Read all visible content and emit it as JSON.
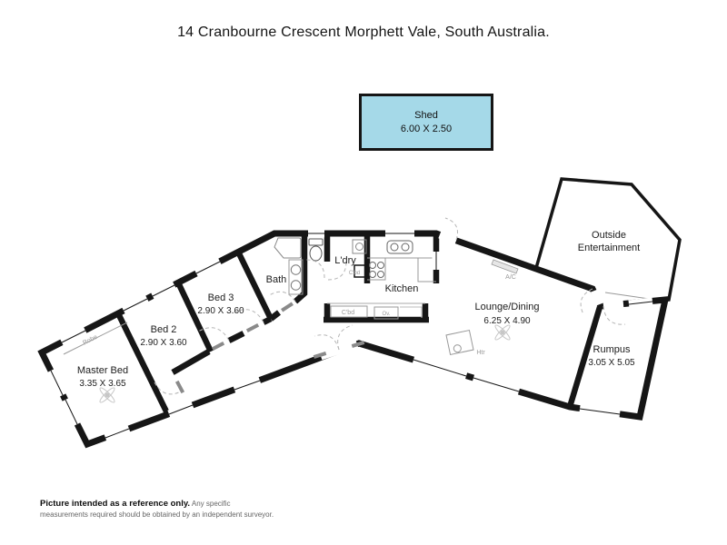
{
  "title": "14 Cranbourne Crescent Morphett Vale, South Australia.",
  "shed": {
    "name": "Shed",
    "dims": "6.00 X 2.50",
    "fill_color": "#a5d9e8"
  },
  "rooms": {
    "master": {
      "name": "Master Bed",
      "dims": "3.35 X 3.65"
    },
    "bed2": {
      "name": "Bed 2",
      "dims": "2.90 X 3.60"
    },
    "bed3": {
      "name": "Bed 3",
      "dims": "2.90 X 3.60"
    },
    "bath": {
      "name": "Bath"
    },
    "laundry": {
      "name": "L'dry"
    },
    "kitchen": {
      "name": "Kitchen"
    },
    "lounge": {
      "name": "Lounge/Dining",
      "dims": "6.25 X 4.90"
    },
    "rumpus": {
      "name": "Rumpus",
      "dims": "3.05 X 5.05"
    },
    "outside_entertainment": {
      "line1": "Outside",
      "line2": "Entertainment"
    }
  },
  "annotations": {
    "robe": "Robe",
    "cupboard_laundry": "C'bd",
    "cupboard_hall": "C'bd",
    "oven": "Ov.",
    "air_conditioner": "A/C",
    "heater": "Htr"
  },
  "disclaimer": {
    "bold": "Picture intended as a reference only.",
    "text": "Any specific measurements required should be obtained by an independent surveyor."
  },
  "colors": {
    "wall": "#161616",
    "fixture": "#999999",
    "door_arc": "#b5b5b5"
  }
}
